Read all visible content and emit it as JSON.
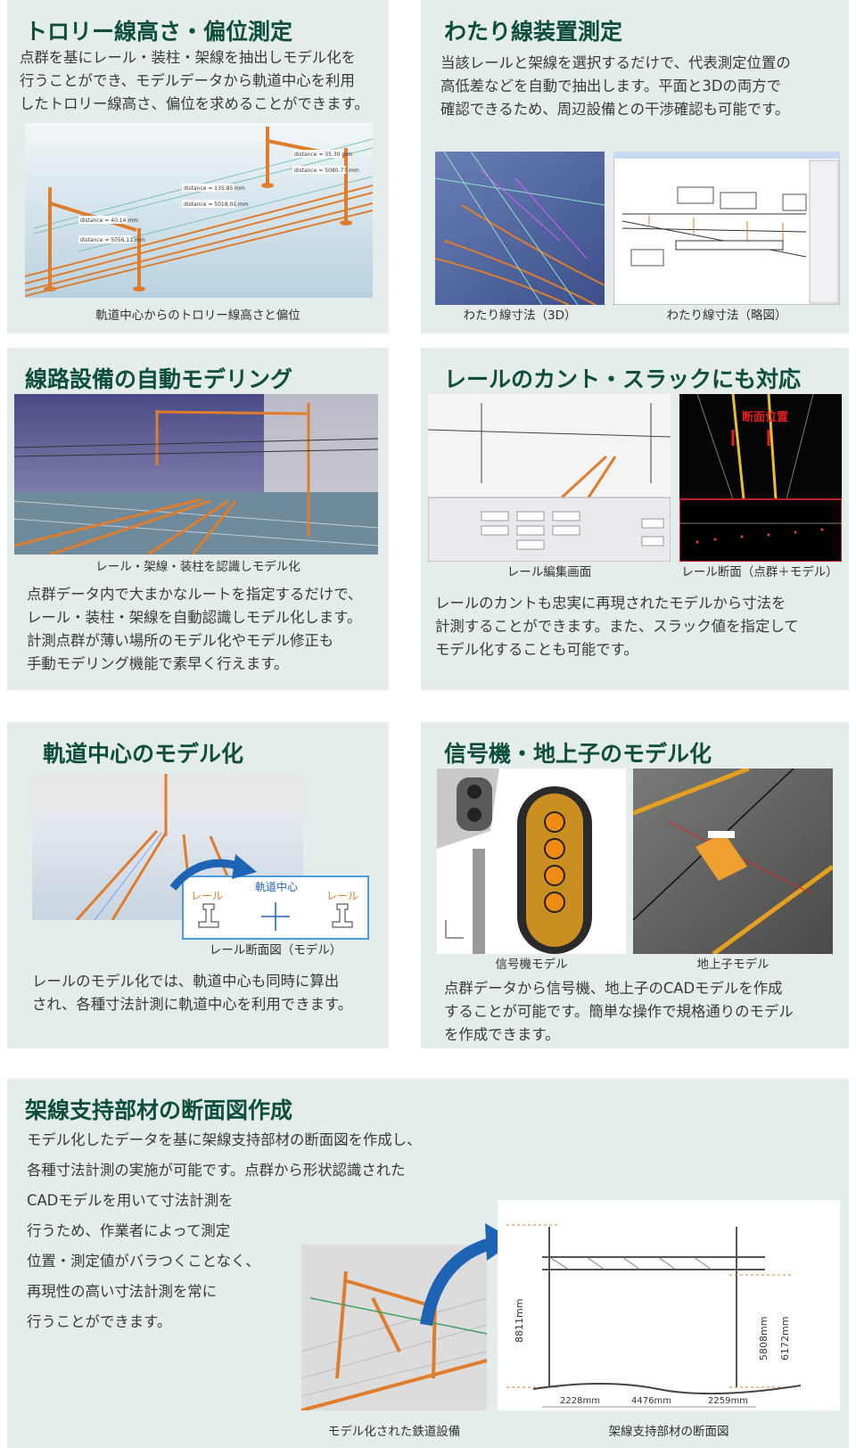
{
  "sections": [
    {
      "id": "trolley",
      "title": "トロリー線高さ・偏位測定",
      "lines": [
        "点群を基にレール・装柱・架線を抽出しモデル化を",
        "行うことができ、モデルデータから軌道中心を利用",
        "したトロリー線高さ、偏位を求めることができます。"
      ],
      "captions": [
        "軌道中心からのトロリー線高さと偏位"
      ],
      "labels": [
        "distance = 35.30 mm",
        "distance = 5080.77 mm",
        "distance = 135.85 mm",
        "distance = 5018.01 mm",
        "distance = 40.14 mm",
        "distance = 5056.11 mm"
      ]
    },
    {
      "id": "crossing",
      "title": "わたり線装置測定",
      "lines": [
        "当該レールと架線を選択するだけで、代表測定位置の",
        "高低差などを自動で抽出します。平面と3Dの両方で",
        "確認できるため、周辺設備との干渉確認も可能です。"
      ],
      "captions": [
        "わたり線寸法（3D）",
        "わたり線寸法（略図）"
      ]
    },
    {
      "id": "modeling",
      "title": "線路設備の自動モデリング",
      "lines": [
        "点群データ内で大まかなルートを指定するだけで、",
        "レール・装柱・架線を自動認識しモデル化します。",
        "計測点群が薄い場所のモデル化やモデル修正も",
        "手動モデリング機能で素早く行えます。"
      ],
      "captions": [
        "レール・架線・装柱を認識しモデル化"
      ]
    },
    {
      "id": "cant",
      "title": "レールのカント・スラックにも対応",
      "lines": [
        "レールのカントも忠実に再現されたモデルから寸法を",
        "計測することができます。また、スラック値を指定して",
        "モデル化することも可能です。"
      ],
      "captions": [
        "レール編集画面",
        "レール断面（点群＋モデル）"
      ],
      "labels": [
        "断面位置"
      ]
    },
    {
      "id": "center",
      "title": "軌道中心のモデル化",
      "lines": [
        "レールのモデル化では、軌道中心も同時に算出",
        "され、各種寸法計測に軌道中心を利用できます。"
      ],
      "captions": [
        "レール断面図（モデル）"
      ],
      "labels": [
        "レール",
        "軌道中心",
        "レール"
      ]
    },
    {
      "id": "signal",
      "title": "信号機・地上子のモデル化",
      "lines": [
        "点群データから信号機、地上子のCADモデルを作成",
        "することが可能です。簡単な操作で規格通りのモデル",
        "を作成できます。"
      ],
      "captions": [
        "信号機モデル",
        "地上子モデル"
      ]
    },
    {
      "id": "section",
      "title": "架線支持部材の断面図作成",
      "lines": [
        "モデル化したデータを基に架線支持部材の断面図を作成し、",
        "各種寸法計測の実施が可能です。点群から形状認識された"
      ],
      "lines2": [
        "CADモデルを用いて寸法計測を",
        "行うため、作業者によって測定",
        "位置・測定値がバラつくことなく、",
        "再現性の高い寸法計測を常に",
        "行うことができます。"
      ],
      "captions": [
        "モデル化された鉄道設備",
        "架線支持部材の断面図"
      ],
      "dims": [
        "8811mm",
        "5808mm",
        "6172mm",
        "2228mm",
        "4476mm",
        "2259mm"
      ]
    }
  ],
  "colors": {
    "panel": "#e4ecec",
    "title": "#0d4f3c",
    "orange": "#e07d2c",
    "blue": "#1f63b5"
  }
}
